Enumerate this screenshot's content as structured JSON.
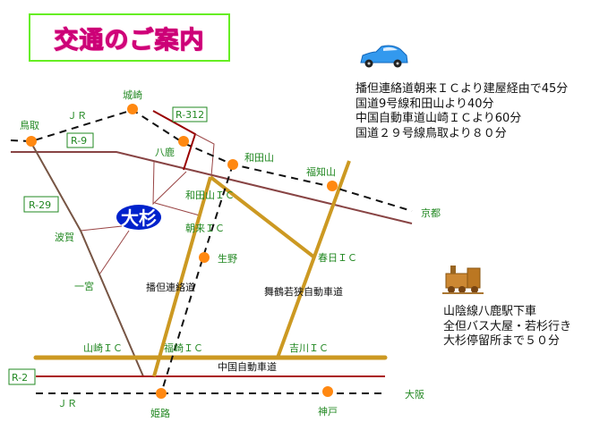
{
  "title": "交通のご案内",
  "car_info": [
    "播但連絡道朝来ＩＣより建屋経由で45分",
    "国道9号線和田山より40分",
    "中国自動車道山崎ＩＣより60分",
    "国道２９号線鳥取より８０分"
  ],
  "train_info": [
    "山陰線八鹿駅下車",
    "全但バス大屋・若杉行き",
    "大杉停留所まで５０分"
  ],
  "map": {
    "destination": "大杉",
    "routes": {
      "r9": "R-9",
      "r312": "R-312",
      "r29": "R-29",
      "r2": "R-2"
    },
    "stations": {
      "tottori": "鳥取",
      "kinosaki": "城崎",
      "yoka": "八鹿",
      "wadayama": "和田山",
      "fukuchiyama": "福知山",
      "ikuno": "生野",
      "himeji": "姫路",
      "kobe": "神戸"
    },
    "places": {
      "kyoto": "京都",
      "osaka": "大阪",
      "haga": "波賀",
      "ichinomiya": "一宮"
    },
    "jr_top": "ＪＲ",
    "jr_bottom": "ＪＲ",
    "ic": {
      "wadayama": "和田山ＩＣ",
      "asago": "朝来ＩＣ",
      "kasuga": "春日ＩＣ",
      "yamasaki": "山崎ＩＣ",
      "fukusaki": "福崎ＩＣ",
      "yokawa": "吉川ＩＣ"
    },
    "highways": {
      "bantan": "播但連絡道",
      "maizuru": "舞鶴若狭自動車道",
      "chugoku": "中国自動車道"
    }
  },
  "colors": {
    "title": "#ee1188",
    "station": "#ff8811",
    "highway": "#cc9922",
    "destination": "#0022cc",
    "label": "#228822"
  }
}
